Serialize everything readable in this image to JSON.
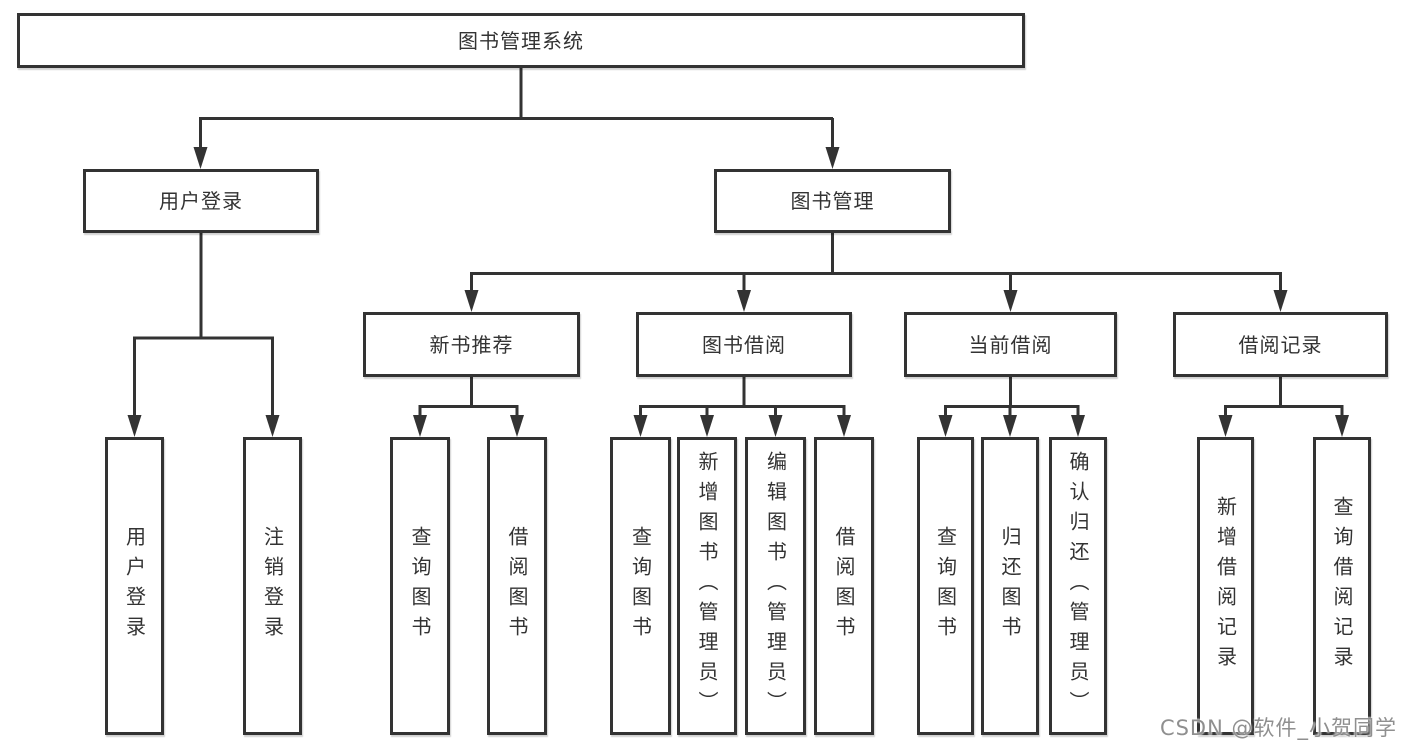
{
  "tree": {
    "root": "图书管理系统",
    "branches": [
      {
        "label": "用户登录",
        "children": [
          "用户登录",
          "注销登录"
        ]
      },
      {
        "label": "图书管理",
        "children": [
          {
            "label": "新书推荐",
            "children": [
              "查询图书",
              "借阅图书"
            ]
          },
          {
            "label": "图书借阅",
            "children": [
              "查询图书",
              "新增图书（管理员）",
              "编辑图书（管理员）",
              "借阅图书"
            ]
          },
          {
            "label": "当前借阅",
            "children": [
              "查询图书",
              "归还图书",
              "确认归还（管理员）"
            ]
          },
          {
            "label": "借阅记录",
            "children": [
              "新增借阅记录",
              "查询借阅记录"
            ]
          }
        ]
      }
    ]
  },
  "watermark": "CSDN @软件_小贺同学",
  "colors": {
    "line": "#333333",
    "box_border": "#333333",
    "box_background": "#ffffff",
    "text": "#333333",
    "watermark": "#8f8f8f",
    "background": "#ffffff"
  }
}
